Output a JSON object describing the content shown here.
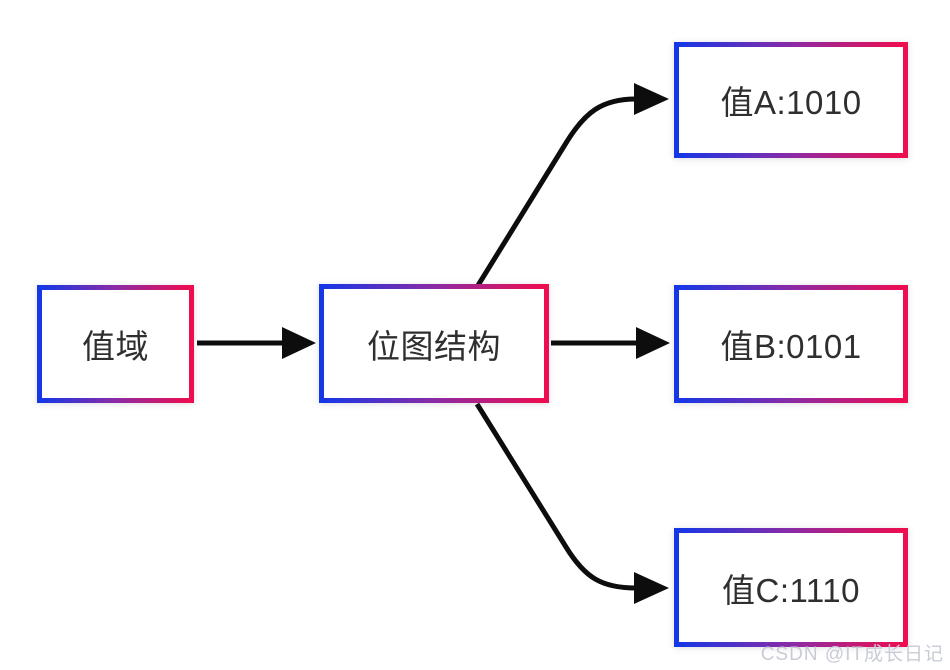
{
  "diagram": {
    "title": "bitmap-structure-diagram",
    "nodes": [
      {
        "id": "domain",
        "label": "值域"
      },
      {
        "id": "bitmap",
        "label": "位图结构"
      },
      {
        "id": "value-a",
        "label": "值A:1010"
      },
      {
        "id": "value-b",
        "label": "值B:0101"
      },
      {
        "id": "value-c",
        "label": "值C:1110"
      }
    ],
    "edges": [
      {
        "from": "值域",
        "to": "位图结构"
      },
      {
        "from": "位图结构",
        "to": "值A:1010"
      },
      {
        "from": "位图结构",
        "to": "值B:0101"
      },
      {
        "from": "位图结构",
        "to": "值C:1110"
      }
    ],
    "colors": {
      "border_gradient_start": "#1537e6",
      "border_gradient_mid": "#8a2ba6",
      "border_gradient_end": "#ee0d4f",
      "arrow": "#0d0d0d",
      "text": "#2f2f2f",
      "watermark": "#c9ccd6",
      "background": "#ffffff"
    },
    "watermark": "CSDN @IT成长日记"
  }
}
